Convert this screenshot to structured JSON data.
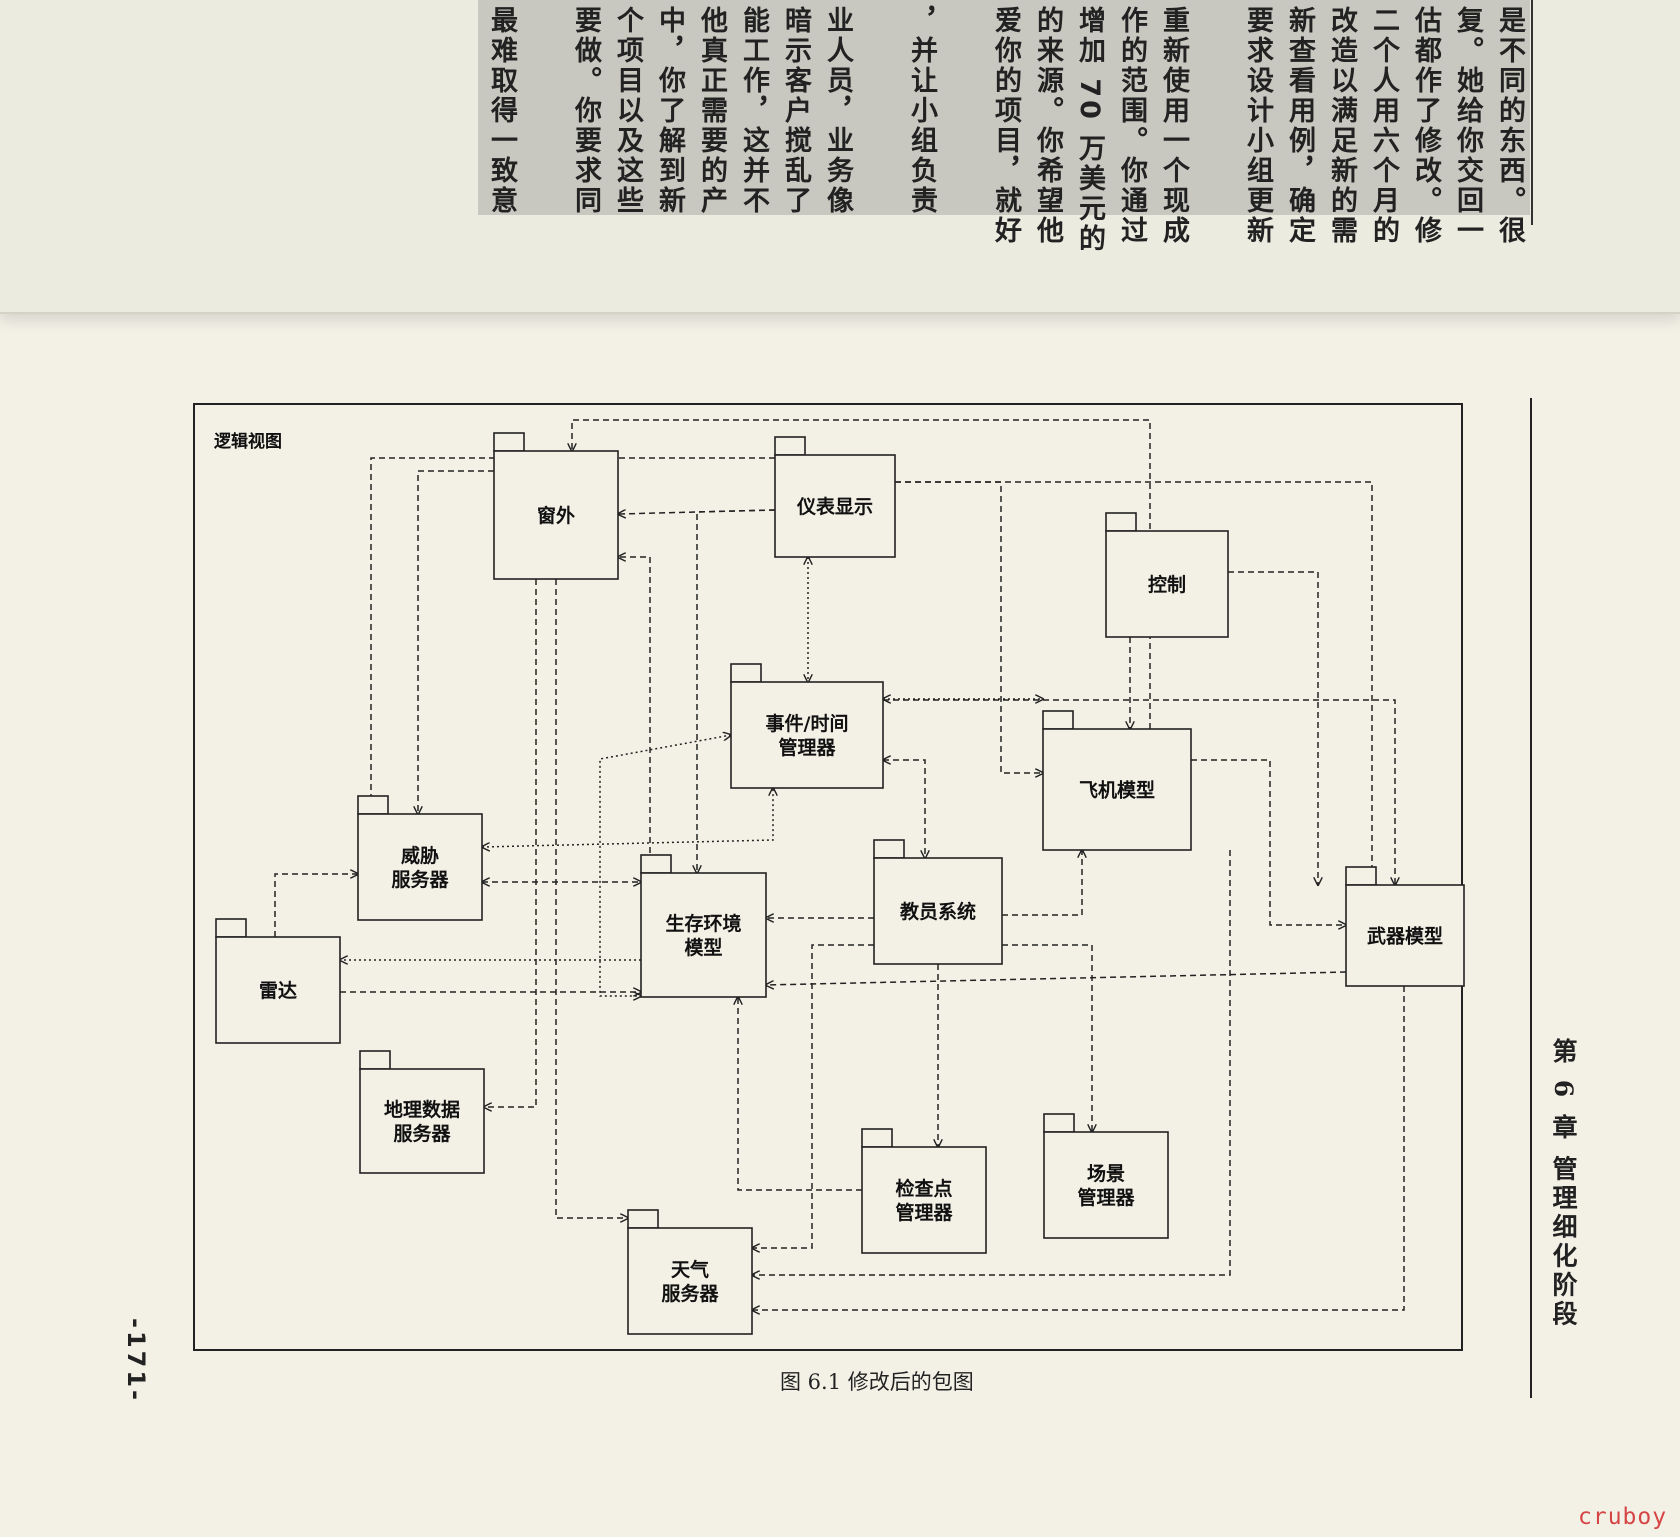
{
  "prev_page": {
    "lines": [
      "是不同的东西。很",
      "复。她给你交回一",
      "估都作了修改。修",
      "二个人用六个月的",
      "改造以满足新的需",
      "新查看用例，确定",
      "要求设计小组更新",
      "",
      "重新使用一个现成",
      "作的范围。你通过",
      "增加 70 万美元的",
      "的来源。你希望他",
      "爱你的项目，就好",
      "",
      "，并让小组负责",
      "",
      "业人员，业务像",
      "暗示客户搅乱了",
      "能工作，这并不",
      "他真正需要的产",
      "中，你了解到新",
      "个项目以及这些",
      "要做。你要求同",
      "",
      "最难取得一致意"
    ]
  },
  "header": {
    "text": "第 6 章   管理细化阶段"
  },
  "page_number": "-171-",
  "caption": "图 6.1    修改后的包图",
  "watermark": "cruboy",
  "diagram": {
    "frame_label": "逻辑视图",
    "packages": [
      {
        "id": "chuangwai",
        "label": [
          "窗外"
        ]
      },
      {
        "id": "yibiao",
        "label": [
          "仪表显示"
        ]
      },
      {
        "id": "kongzhi",
        "label": [
          "控制"
        ]
      },
      {
        "id": "shijian",
        "label": [
          "事件/时间",
          "管理器"
        ]
      },
      {
        "id": "feiji",
        "label": [
          "飞机模型"
        ]
      },
      {
        "id": "weixie",
        "label": [
          "威胁",
          "服务器"
        ]
      },
      {
        "id": "shengcun",
        "label": [
          "生存环境",
          "模型"
        ]
      },
      {
        "id": "jiaoyuan",
        "label": [
          "教员系统"
        ]
      },
      {
        "id": "wuqi",
        "label": [
          "武器模型"
        ]
      },
      {
        "id": "leida",
        "label": [
          "雷达"
        ]
      },
      {
        "id": "dili",
        "label": [
          "地理数据",
          "服务器"
        ]
      },
      {
        "id": "jianchadian",
        "label": [
          "检查点",
          "管理器"
        ]
      },
      {
        "id": "changjing",
        "label": [
          "场景",
          "管理器"
        ]
      },
      {
        "id": "tianqi",
        "label": [
          "天气",
          "服务器"
        ]
      }
    ]
  }
}
